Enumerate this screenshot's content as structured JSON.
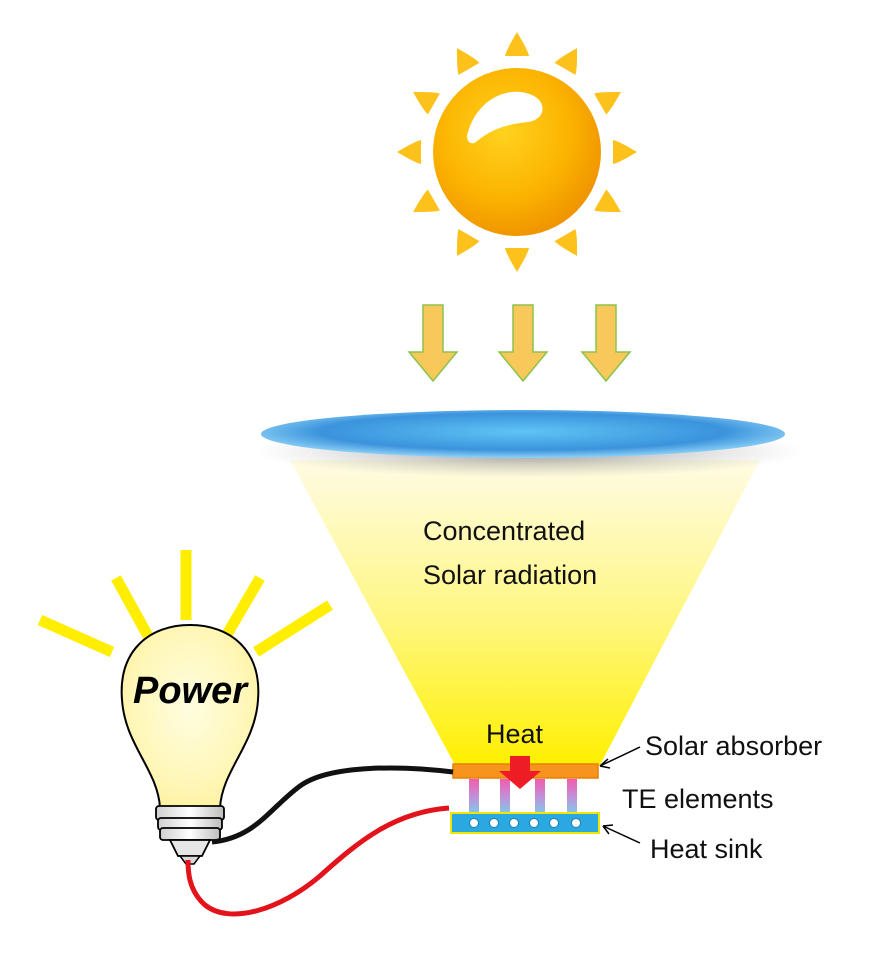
{
  "labels": {
    "concentrated_line1": "Concentrated",
    "concentrated_line2": "Solar radiation",
    "heat": "Heat",
    "solar_absorber": "Solar absorber",
    "te_elements": "TE elements",
    "heat_sink": "Heat sink",
    "power": "Power"
  },
  "colors": {
    "sun": "#f7a800",
    "sun_rays": "#fcc21b",
    "down_arrows": "#f9c85a",
    "lens": "#3f9ee0",
    "light_cone": "#fff35a",
    "absorber": "#f7941d",
    "heat_arrow": "#ee1c25",
    "heat_sink": "#29a9e0",
    "wire_negative": "#111111",
    "wire_positive": "#e3131b",
    "bulb_glow": "#ffee00"
  },
  "icons": [
    "sun-icon",
    "down-arrow-icon",
    "lens-icon",
    "light-bulb-icon",
    "thermoelectric-device-icon"
  ]
}
